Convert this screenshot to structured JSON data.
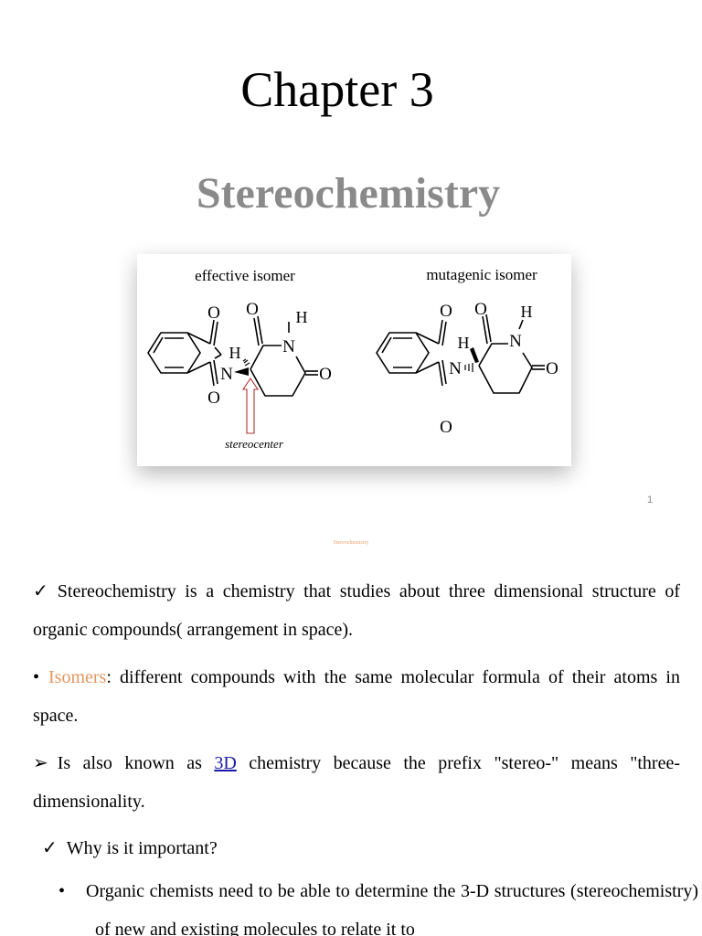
{
  "slide": {
    "title": "Chapter 3",
    "subtitle": "Stereochemistry",
    "number": "1",
    "footer": "Stereochemistry"
  },
  "figure": {
    "left_label": "effective isomer",
    "right_label": "mutagenic isomer",
    "stereocenter_label": "stereocenter",
    "atom_O": "O",
    "atom_N": "N",
    "atom_H": "H"
  },
  "content": {
    "p1": {
      "mark": "✓",
      "text": "Stereochemistry is a chemistry that studies about three dimensional structure  of organic compounds( arrangement in space)."
    },
    "p2": {
      "mark": "•",
      "term": "Isomers",
      "text": ": different compounds with the same molecular formula of their atoms in space."
    },
    "p3": {
      "mark": "➢",
      "before": "Is also known as ",
      "link": "3D",
      "after": " chemistry because the prefix \"stereo-\" means \"three-dimensionality."
    },
    "p4": {
      "mark": "✓",
      "text": "Why is it important?"
    },
    "p5": {
      "mark": "•",
      "text": "Organic chemists need to be able to determine the 3-D structures (stereochemistry) of new and existing molecules to relate it to"
    }
  }
}
